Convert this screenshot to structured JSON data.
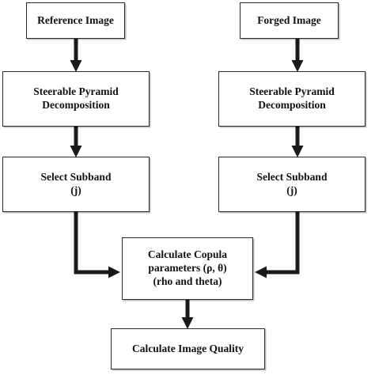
{
  "nodes": {
    "reference": "Reference Image",
    "forged": "Forged Image",
    "pyramid_left": "Steerable Pyramid\nDecomposition",
    "pyramid_right": "Steerable Pyramid\nDecomposition",
    "subband_left": "Select Subband\n(j)",
    "subband_right": "Select Subband\n(j)",
    "copula": "Calculate Copula\nparameters (ρ, θ)\n(rho and theta)",
    "quality": "Calculate Image Quality"
  },
  "colors": {
    "line": "#1a1a1a",
    "box_border": "#2b2b2b"
  }
}
